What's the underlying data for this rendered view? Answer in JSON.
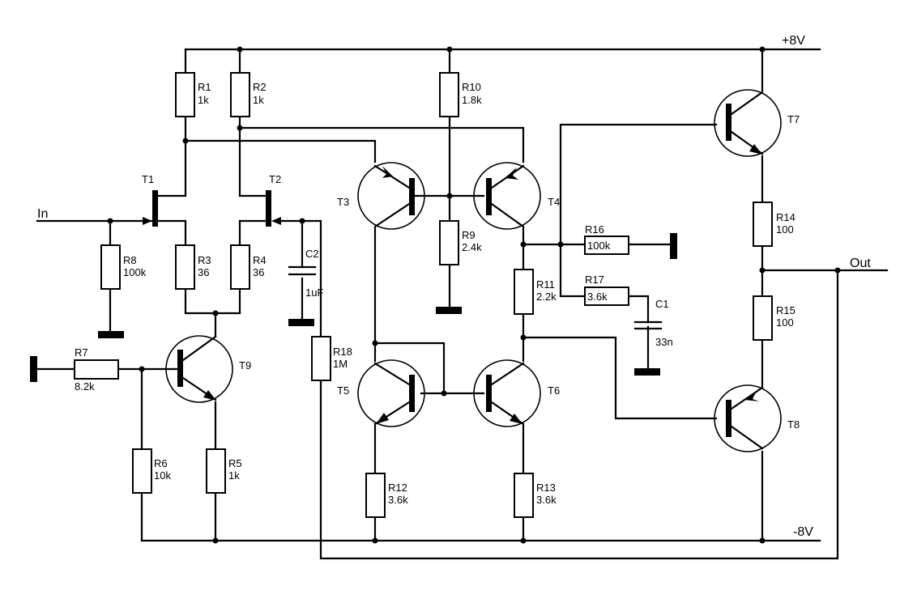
{
  "diagram": {
    "title": "Transistor amplifier schematic",
    "nets": {
      "vpos": "+8V",
      "vneg": "-8V",
      "input": "In",
      "output": "Out"
    },
    "resistors": [
      {
        "id": "R1",
        "value": "1k"
      },
      {
        "id": "R2",
        "value": "1k"
      },
      {
        "id": "R3",
        "value": "36"
      },
      {
        "id": "R4",
        "value": "36"
      },
      {
        "id": "R5",
        "value": "1k"
      },
      {
        "id": "R6",
        "value": "10k"
      },
      {
        "id": "R7",
        "value": "8.2k"
      },
      {
        "id": "R8",
        "value": "100k"
      },
      {
        "id": "R9",
        "value": "2.4k"
      },
      {
        "id": "R10",
        "value": "1.8k"
      },
      {
        "id": "R11",
        "value": "2.2k"
      },
      {
        "id": "R12",
        "value": "3.6k"
      },
      {
        "id": "R13",
        "value": "3.6k"
      },
      {
        "id": "R14",
        "value": "100"
      },
      {
        "id": "R15",
        "value": "100"
      },
      {
        "id": "R16",
        "value": "100k"
      },
      {
        "id": "R17",
        "value": "3.6k"
      },
      {
        "id": "R18",
        "value": "1M"
      }
    ],
    "capacitors": [
      {
        "id": "C1",
        "value": "33n"
      },
      {
        "id": "C2",
        "value": "1uF"
      }
    ],
    "transistors": [
      {
        "id": "T1",
        "type": "JFET"
      },
      {
        "id": "T2",
        "type": "JFET"
      },
      {
        "id": "T3",
        "type": "PNP"
      },
      {
        "id": "T4",
        "type": "PNP"
      },
      {
        "id": "T5",
        "type": "NPN"
      },
      {
        "id": "T6",
        "type": "NPN"
      },
      {
        "id": "T7",
        "type": "NPN"
      },
      {
        "id": "T8",
        "type": "PNP"
      },
      {
        "id": "T9",
        "type": "NPN"
      }
    ]
  }
}
